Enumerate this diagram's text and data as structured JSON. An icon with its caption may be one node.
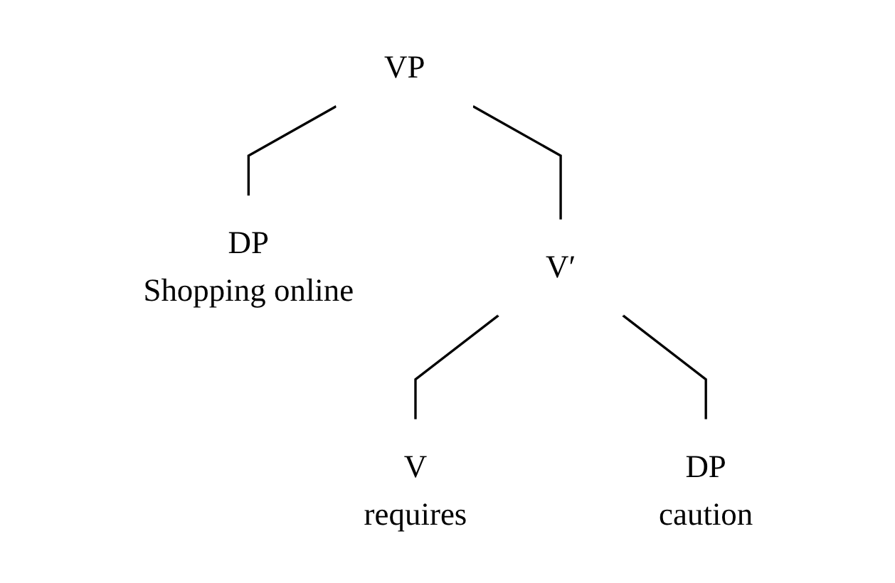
{
  "diagram": {
    "nodes": [
      {
        "text": [
          "VP"
        ]
      },
      {
        "text": [
          "DP",
          "Shopping online"
        ]
      },
      {
        "text": [
          "V′"
        ]
      },
      {
        "text": [
          "V",
          "requires"
        ]
      },
      {
        "text": [
          "DP",
          "caution"
        ]
      }
    ],
    "edges": [
      {
        "from": 0,
        "to": 1,
        "arrow": "none"
      },
      {
        "from": 0,
        "to": 2,
        "arrow": "none"
      },
      {
        "from": 2,
        "to": 3,
        "arrow": "none"
      },
      {
        "from": 2,
        "to": 4,
        "arrow": "none"
      }
    ]
  }
}
